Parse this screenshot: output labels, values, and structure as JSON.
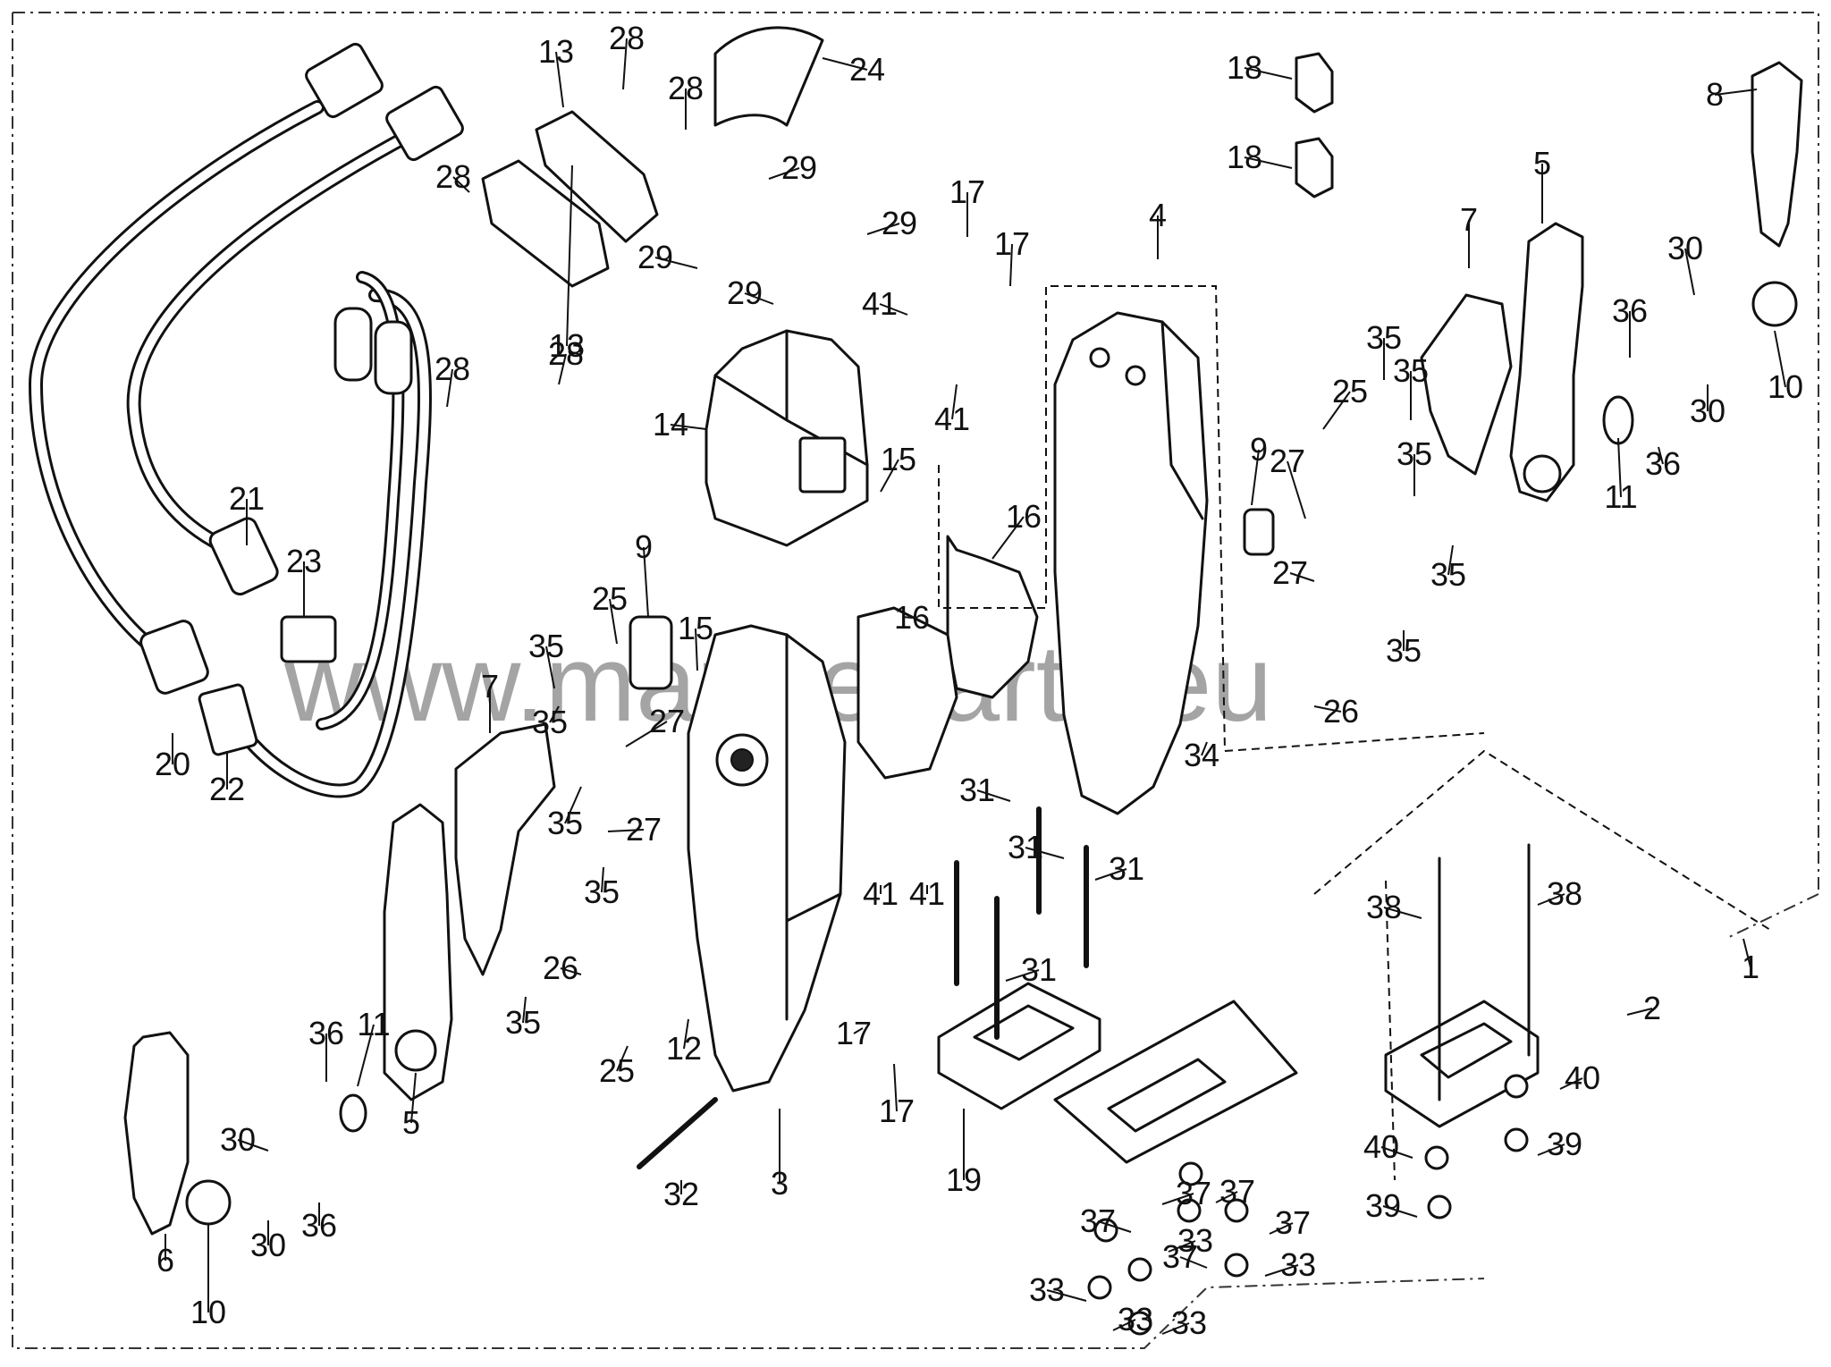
{
  "diagram": {
    "watermark": "www.marineparts.eu",
    "callouts": [
      "1",
      "2",
      "3",
      "4",
      "5",
      "5",
      "6",
      "7",
      "7",
      "8",
      "9",
      "9",
      "10",
      "10",
      "11",
      "11",
      "12",
      "13",
      "13",
      "14",
      "15",
      "15",
      "16",
      "16",
      "17",
      "17",
      "17",
      "17",
      "18",
      "18",
      "19",
      "20",
      "21",
      "22",
      "23",
      "24",
      "25",
      "25",
      "25",
      "26",
      "26",
      "27",
      "27",
      "27",
      "27",
      "28",
      "28",
      "28",
      "28",
      "28",
      "29",
      "29",
      "29",
      "29",
      "30",
      "30",
      "30",
      "30",
      "31",
      "31",
      "31",
      "31",
      "32",
      "33",
      "33",
      "33",
      "33",
      "33",
      "34",
      "35",
      "35",
      "35",
      "35",
      "35",
      "35",
      "35",
      "35",
      "35",
      "35",
      "36",
      "36",
      "36",
      "36",
      "37",
      "37",
      "37",
      "37",
      "37",
      "38",
      "38",
      "39",
      "39",
      "40",
      "40",
      "41",
      "41",
      "41",
      "41"
    ]
  }
}
